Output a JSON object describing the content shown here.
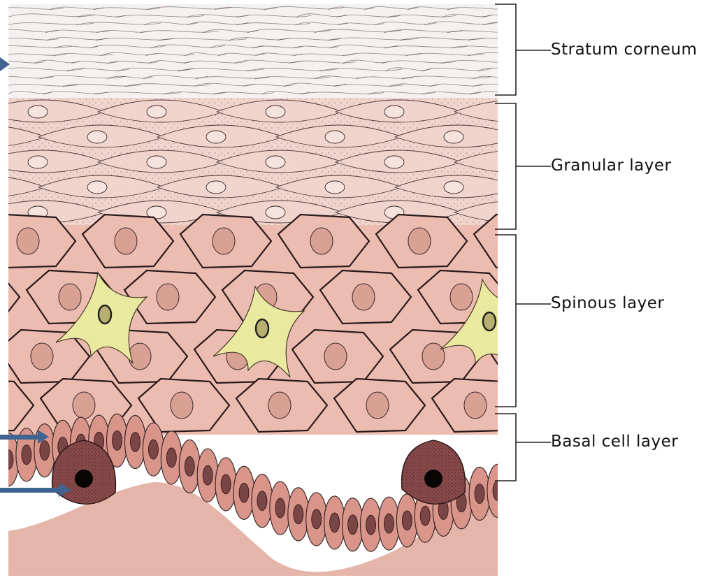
{
  "diagram": {
    "labels": {
      "stratum_corneum": "Stratum corneum",
      "granular": "Granular layer",
      "spinous": "Spinous layer",
      "basal": "Basal cell layer"
    },
    "colors": {
      "corneum": "#f4f2f1",
      "granular": "#f1d4cc",
      "spinous": "#ecbcb0",
      "basal": "#d9958a",
      "dermis": "#e6b5aa",
      "dendritic": "#e9e9a0",
      "melanocyte": "#8a4a4a",
      "arrow": "#3f6491",
      "outline": "#3a2a2a"
    }
  }
}
